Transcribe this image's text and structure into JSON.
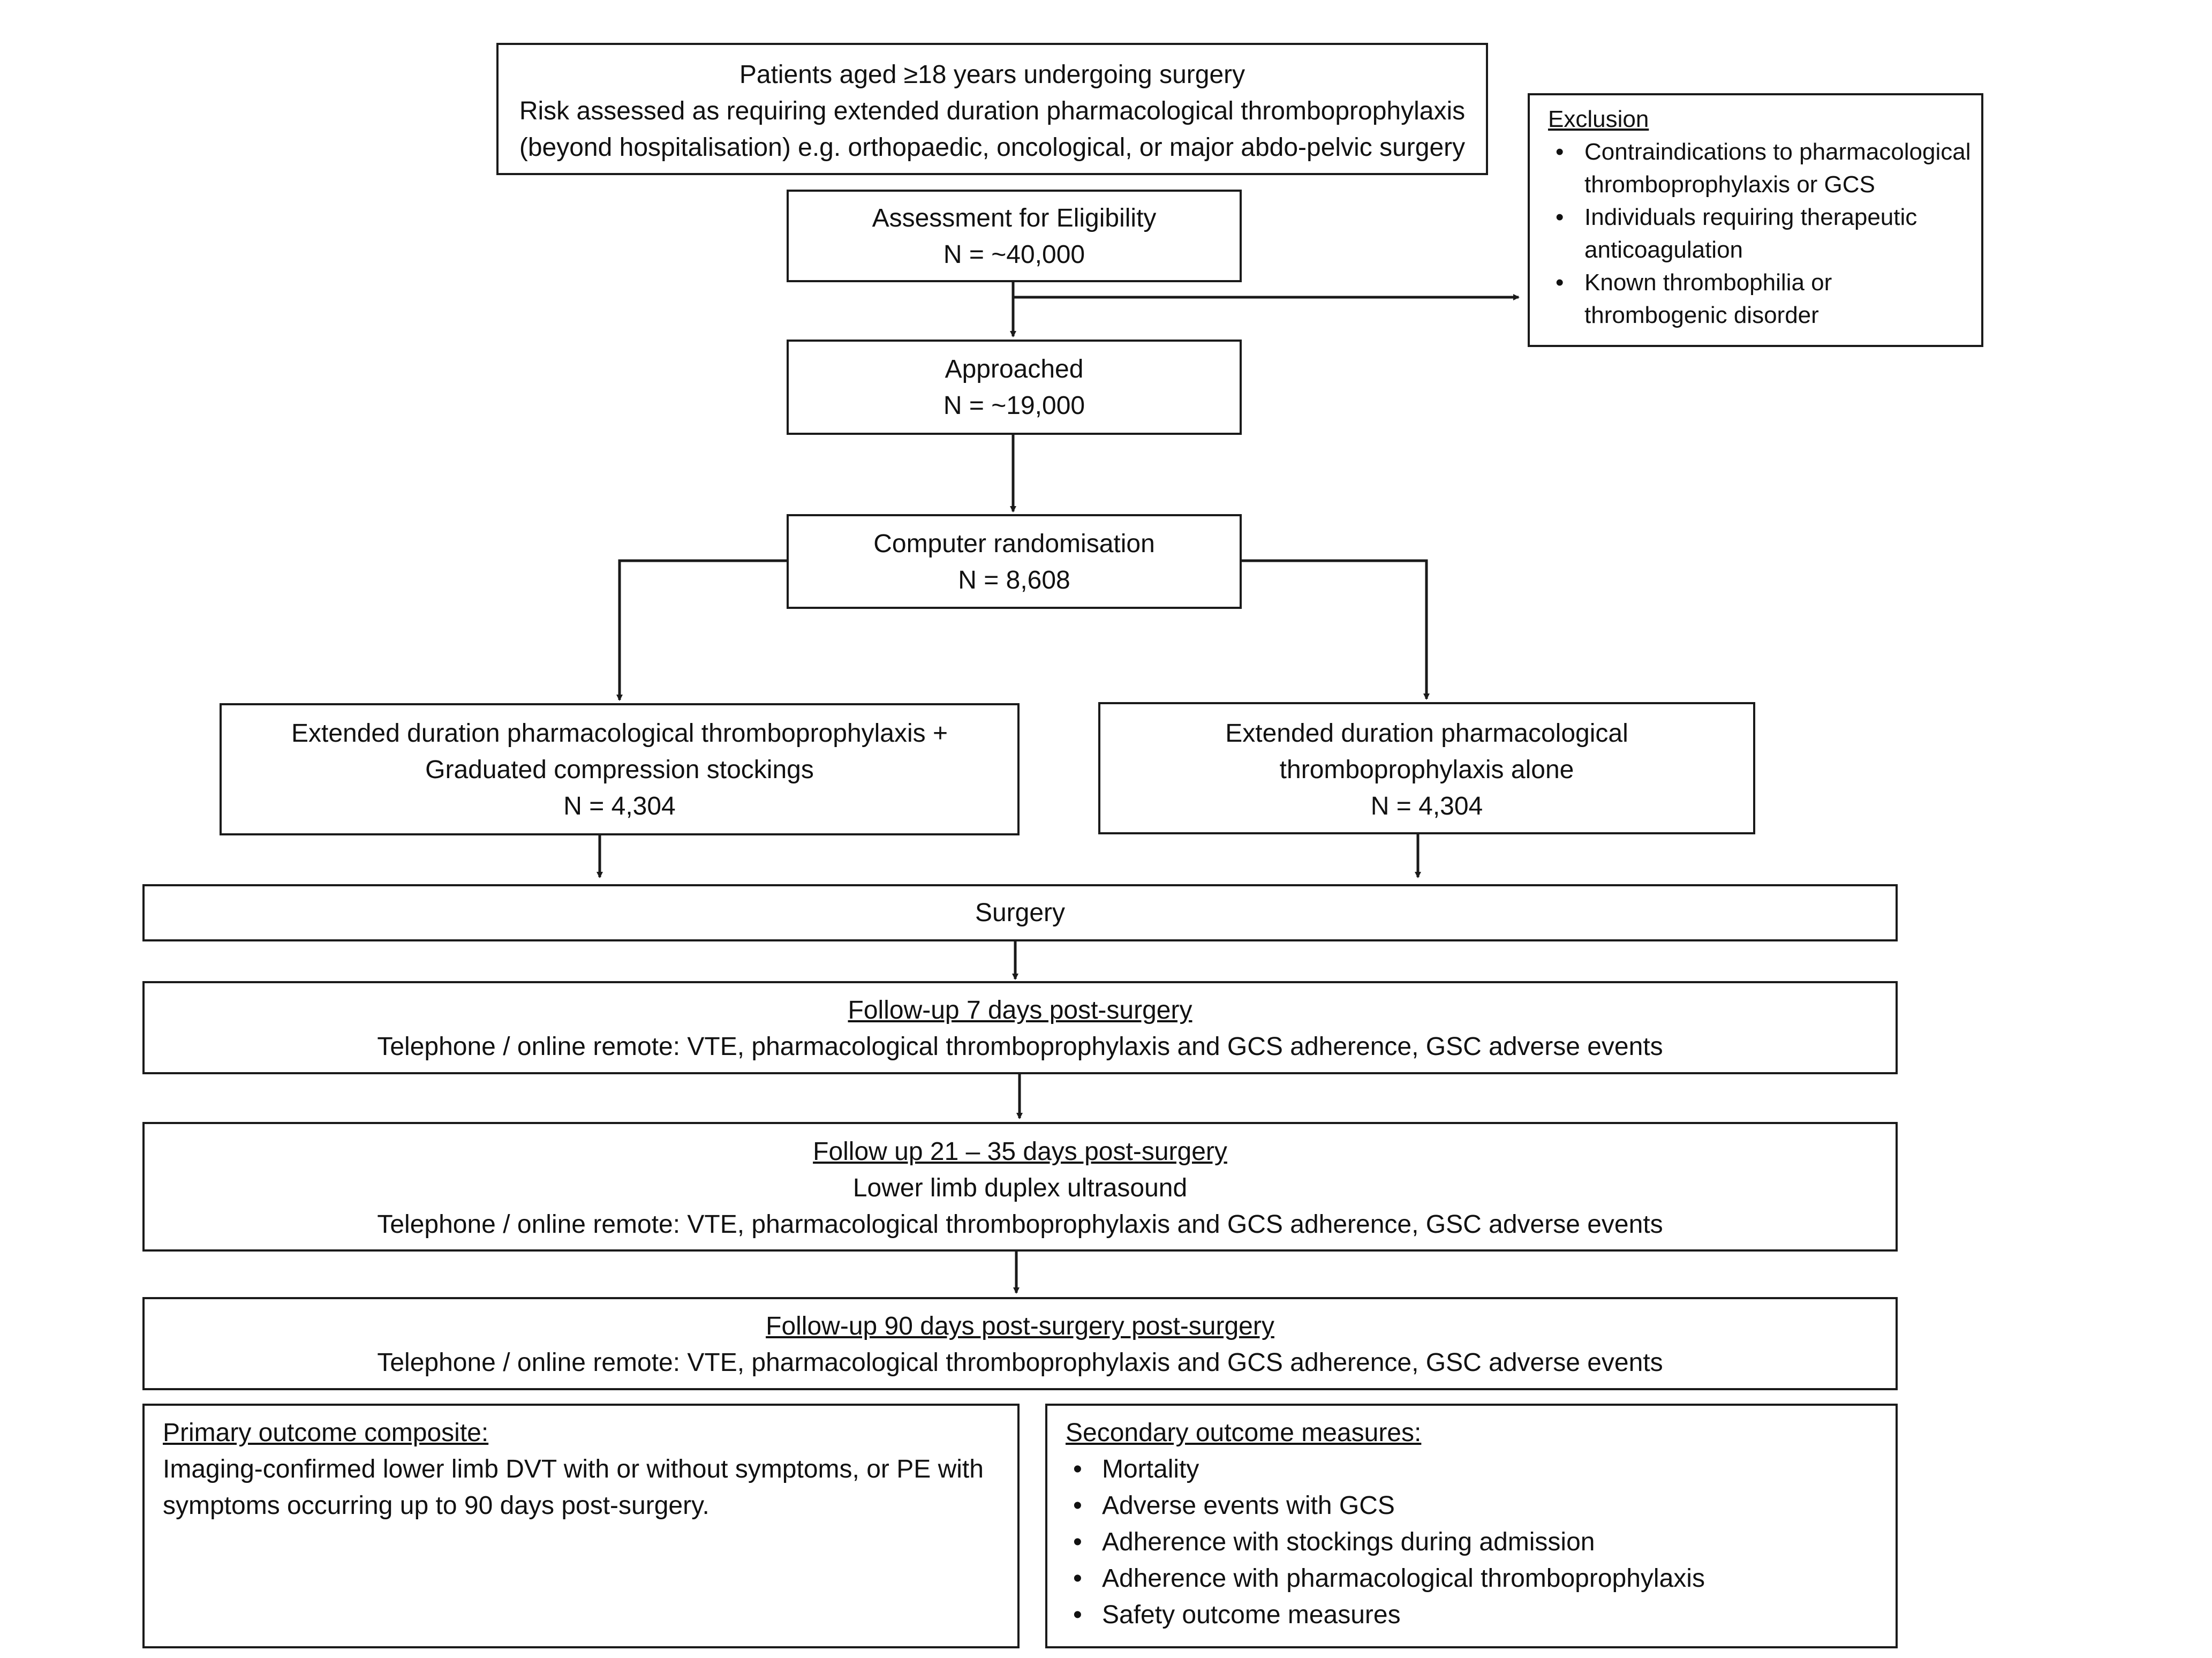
{
  "title": {
    "l1": "Patients aged ≥18 years undergoing surgery",
    "l2": "Risk assessed as requiring extended duration pharmacological thromboprophylaxis",
    "l3": "(beyond hospitalisation) e.g. orthopaedic, oncological, or major abdo-pelvic surgery"
  },
  "eligibility": {
    "l1": "Assessment for Eligibility",
    "l2": "N = ~40,000"
  },
  "exclusion": {
    "heading": "Exclusion",
    "items": [
      {
        "l1": "Contraindications to pharmacological",
        "l2": "thromboprophylaxis or GCS"
      },
      {
        "l1": "Individuals requiring therapeutic",
        "l2": "anticoagulation"
      },
      {
        "l1": "Known thrombophilia or",
        "l2": "thrombogenic disorder"
      }
    ]
  },
  "approached": {
    "l1": "Approached",
    "l2": "N = ~19,000"
  },
  "randomisation": {
    "l1": "Computer randomisation",
    "l2": "N = 8,608"
  },
  "arm_a": {
    "l1": "Extended duration pharmacological thromboprophylaxis +",
    "l2": "Graduated compression stockings",
    "l3": "N = 4,304"
  },
  "arm_b": {
    "l1": "Extended duration pharmacological",
    "l2": "thromboprophylaxis alone",
    "l3": "N = 4,304"
  },
  "surgery": {
    "label": "Surgery"
  },
  "fu7": {
    "heading": "Follow-up 7 days post-surgery",
    "text": "Telephone / online remote: VTE, pharmacological thromboprophylaxis and GCS adherence, GSC adverse events"
  },
  "fu21": {
    "heading": "Follow up 21 – 35 days post-surgery",
    "l2": "Lower limb duplex ultrasound",
    "text": "Telephone / online remote: VTE, pharmacological thromboprophylaxis and GCS adherence, GSC adverse events"
  },
  "fu90": {
    "heading": "Follow-up 90 days post-surgery post-surgery",
    "text": "Telephone / online remote: VTE, pharmacological thromboprophylaxis and GCS adherence, GSC adverse events"
  },
  "primary": {
    "heading": "Primary outcome composite:",
    "l1": "Imaging-confirmed lower limb DVT with or without symptoms, or PE with",
    "l2": "symptoms occurring up to 90 days post-surgery."
  },
  "secondary": {
    "heading": "Secondary outcome measures:",
    "items": [
      "Mortality",
      "Adverse events with GCS",
      "Adherence with stockings during admission",
      "Adherence with pharmacological thromboprophylaxis",
      "Safety outcome measures"
    ]
  }
}
